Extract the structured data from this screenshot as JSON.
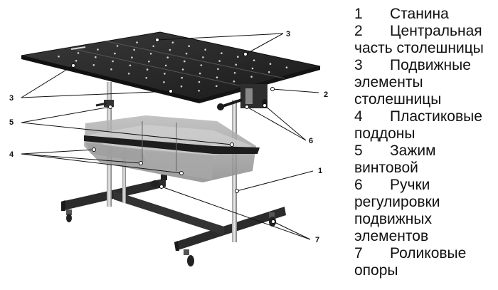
{
  "figure": {
    "callouts": [
      {
        "id": "c3a",
        "text": "3"
      },
      {
        "id": "c3b",
        "text": "3"
      },
      {
        "id": "c2",
        "text": "2"
      },
      {
        "id": "c5",
        "text": "5"
      },
      {
        "id": "c4",
        "text": "4"
      },
      {
        "id": "c6",
        "text": "6"
      },
      {
        "id": "c1",
        "text": "1"
      },
      {
        "id": "c7",
        "text": "7"
      }
    ]
  },
  "legend": [
    {
      "num": "1",
      "text": "Станина"
    },
    {
      "num": "2",
      "text": "Центральная часть столешницы"
    },
    {
      "num": "3",
      "text": "Подвижные элементы столешницы"
    },
    {
      "num": "4",
      "text": "Пластиковые поддоны"
    },
    {
      "num": "5",
      "text": "Зажим винтовой"
    },
    {
      "num": "6",
      "text": "Ручки регулировки подвижных элементов"
    },
    {
      "num": "7",
      "text": "Роликовые опоры"
    }
  ]
}
